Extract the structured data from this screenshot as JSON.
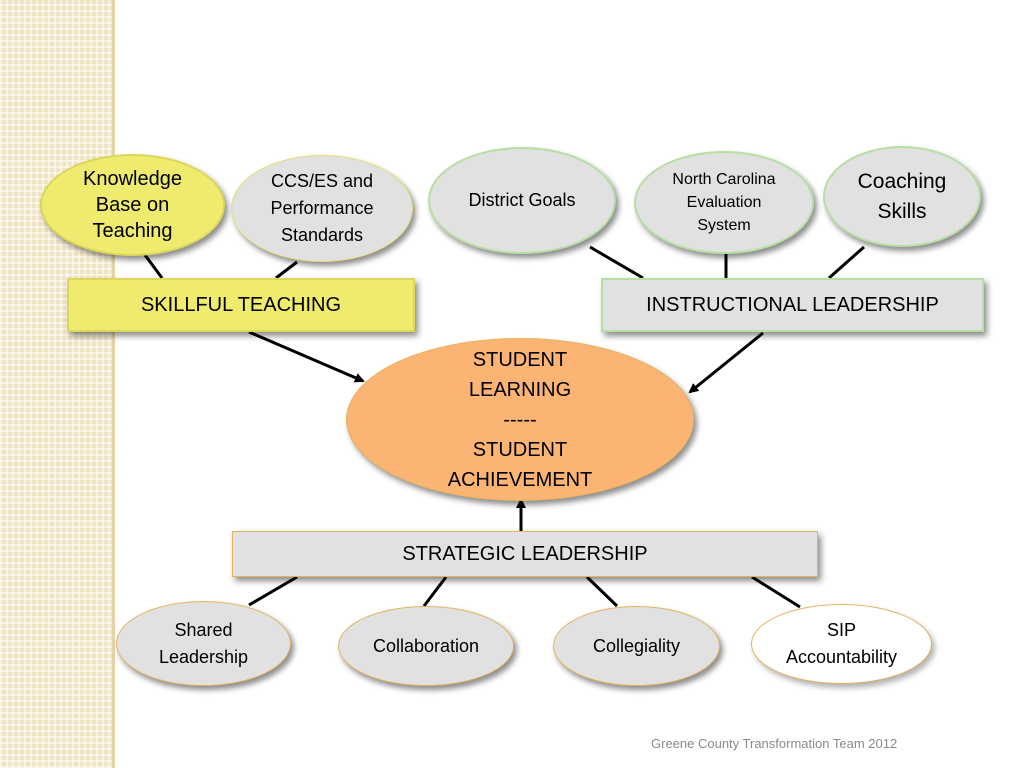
{
  "top_left_nodes": {
    "knowledge_base": "Knowledge\nBase on\nTeaching",
    "ccs_es": "CCS/ES and\nPerformance\nStandards"
  },
  "top_right_nodes": {
    "district_goals": "District Goals",
    "nc_evaluation": "North Carolina\nEvaluation\nSystem",
    "coaching_skills": "Coaching\nSkills"
  },
  "boxes": {
    "skillful_teaching": "SKILLFUL TEACHING",
    "instructional_leadership": "INSTRUCTIONAL LEADERSHIP",
    "strategic_leadership": "STRATEGIC LEADERSHIP"
  },
  "center": {
    "text": "STUDENT\nLEARNING\n-----\nSTUDENT\nACHIEVEMENT"
  },
  "bottom_nodes": {
    "shared_leadership": "Shared\nLeadership",
    "collaboration": "Collaboration",
    "collegiality": "Collegiality",
    "sip_accountability": "SIP\nAccountability"
  },
  "footer": "Greene County Transformation Team 2012",
  "colors": {
    "sidebar": "#efe3c2",
    "yellow_fill": "#eeeb6e",
    "gray_fill": "#e1e1e1",
    "center_fill": "#fbb474",
    "green_border": "#b8dea3"
  }
}
